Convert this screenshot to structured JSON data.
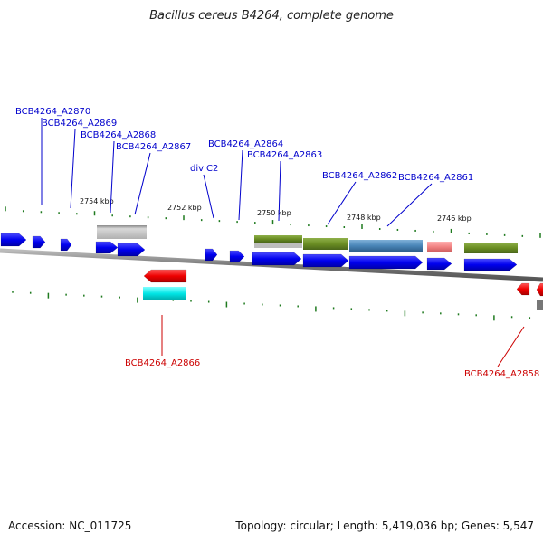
{
  "title": "Bacillus cereus B4264, complete genome",
  "accession_text": "Accession: NC_011725",
  "topology_text": "Topology: circular; Length: 5,419,036 bp; Genes: 5,547",
  "colors": {
    "forward_label": "#0000cc",
    "reverse_label": "#cc0000",
    "forward_gene": "#0000ee",
    "reverse_gene": "#ee0000",
    "grey": "#bdbdbd",
    "green": "#6b8e23",
    "steelblue": "#4a86b8",
    "pink": "#f08080",
    "cyan": "#00e5e5",
    "tick": "#1f7a1f",
    "backbone": "#808080"
  },
  "ticks": [
    {
      "label": "2754 kbp"
    },
    {
      "label": "2752 kbp"
    },
    {
      "label": "2750 kbp"
    },
    {
      "label": "2748 kbp"
    },
    {
      "label": "2746 kbp"
    }
  ],
  "labels": [
    {
      "text": "BCB4264_A2870",
      "strand": "forward"
    },
    {
      "text": "BCB4264_A2869",
      "strand": "forward"
    },
    {
      "text": "BCB4264_A2868",
      "strand": "forward"
    },
    {
      "text": "BCB4264_A2867",
      "strand": "forward"
    },
    {
      "text": "divIC2",
      "strand": "forward"
    },
    {
      "text": "BCB4264_A2864",
      "strand": "forward"
    },
    {
      "text": "BCB4264_A2863",
      "strand": "forward"
    },
    {
      "text": "BCB4264_A2862",
      "strand": "forward"
    },
    {
      "text": "BCB4264_A2861",
      "strand": "forward"
    },
    {
      "text": "BCB4264_A2866",
      "strand": "reverse"
    },
    {
      "text": "BCB4264_A2858",
      "strand": "reverse"
    }
  ]
}
